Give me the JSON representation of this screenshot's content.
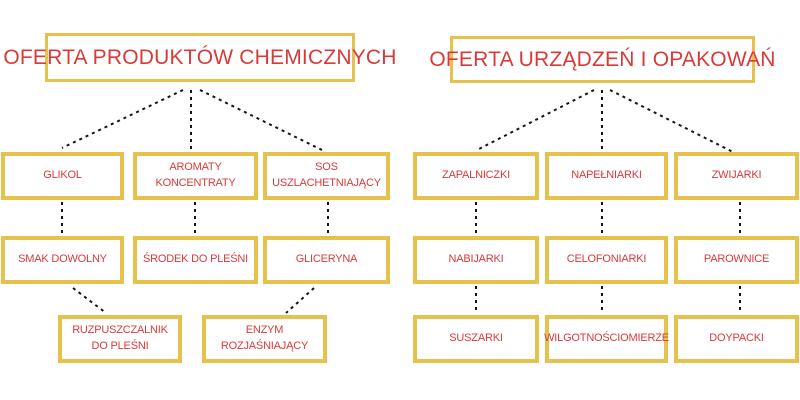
{
  "colors": {
    "box_border": "#e6c14c",
    "text_red": "#d93a38",
    "connector": "#151515",
    "background": "#ffffff"
  },
  "left_tree": {
    "title": "OFERTA PRODUKTÓW CHEMICZNYCH",
    "nodes": {
      "row1": [
        "GLIKOL",
        "AROMATY KONCENTRATY",
        "SOS USZLACHETNIAJĄCY"
      ],
      "row2": [
        "SMAK DOWOLNY",
        "ŚRODEK DO PLEŚNI",
        "GLICERYNA"
      ],
      "row3": [
        "RUZPUSZCZALNIK DO PLEŚNI",
        "ENZYM ROZJAŚNIAJĄCY"
      ]
    }
  },
  "right_tree": {
    "title": "OFERTA URZĄDZEŃ I OPAKOWAŃ",
    "nodes": {
      "row1": [
        "ZAPALNICZKI",
        "NAPEŁNIARKI",
        "ZWIJARKI"
      ],
      "row2": [
        "NABIJARKI",
        "CELOFONIARKI",
        "PAROWNICE"
      ],
      "row3": [
        "SUSZARKI",
        "WILGOTNOŚCIOMIERZE",
        "DOYPACKI"
      ]
    }
  }
}
